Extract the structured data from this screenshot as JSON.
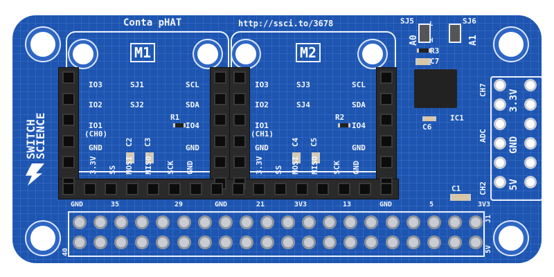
{
  "board": {
    "title": "Conta pHAT",
    "url": "http://ssci.to/3678",
    "color": "#1d55b0",
    "logo": "SWITCH SCIENCE"
  },
  "modules": [
    {
      "label": "M1",
      "jumpers": [
        "IO3",
        "SJ1",
        "IO2",
        "SJ2"
      ],
      "io1": "IO1",
      "ch": "(CH0)",
      "gnd": "GND",
      "r": "R1",
      "io4": "IO4",
      "scl": "SCL",
      "sda": "SDA",
      "gnd2": "GND",
      "caps": [
        "C2",
        "C3"
      ],
      "bottom": [
        "3.3V",
        "SS",
        "MOSI",
        "MISO",
        "SCK",
        "GND"
      ]
    },
    {
      "label": "M2",
      "jumpers": [
        "IO3",
        "SJ3",
        "IO2",
        "SJ4"
      ],
      "io1": "IO1",
      "ch": "(CH1)",
      "gnd": "GND",
      "r": "R2",
      "io4": "IO4",
      "scl": "SCL",
      "sda": "SDA",
      "gnd2": "GND",
      "caps": [
        "C4",
        "C5"
      ],
      "bottom": [
        "3.3V",
        "SS",
        "MOSI",
        "MISO",
        "SCK",
        "GND"
      ]
    }
  ],
  "adc": {
    "sj5": "SJ5",
    "sj6": "SJ6",
    "a0": "A0",
    "a1": "A1",
    "l": "L",
    "h": "H",
    "r3": "R3",
    "c7": "C7",
    "ic1": "IC1",
    "c6": "C6",
    "c1": "C1",
    "ch7": "CH7",
    "ch2": "CH2",
    "adc": "ADC",
    "power": [
      "3.3V",
      "GND",
      "5V"
    ]
  },
  "gpio": {
    "labels": [
      "GND",
      "35",
      "29",
      "GND",
      "21",
      "3V3",
      "13",
      "GND",
      "5",
      "3V3"
    ],
    "j1": "J1",
    "pin40": "40",
    "pin5v": "5V"
  }
}
